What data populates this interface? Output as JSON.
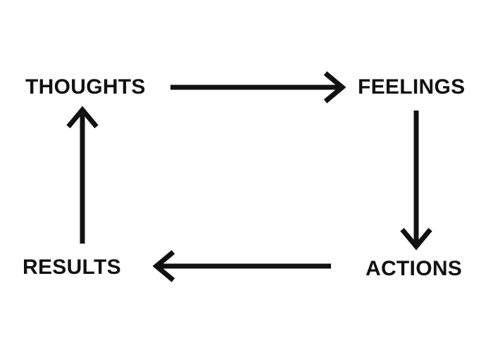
{
  "diagram": {
    "nodes": {
      "thoughts": "THOUGHTS",
      "feelings": "FEELINGS",
      "actions": "ACTIONS",
      "results": "RESULTS"
    },
    "edges": [
      {
        "from": "THOUGHTS",
        "to": "FEELINGS"
      },
      {
        "from": "FEELINGS",
        "to": "ACTIONS"
      },
      {
        "from": "ACTIONS",
        "to": "RESULTS"
      },
      {
        "from": "RESULTS",
        "to": "THOUGHTS"
      }
    ],
    "colors": {
      "ink": "#111111",
      "background": "#ffffff"
    }
  }
}
